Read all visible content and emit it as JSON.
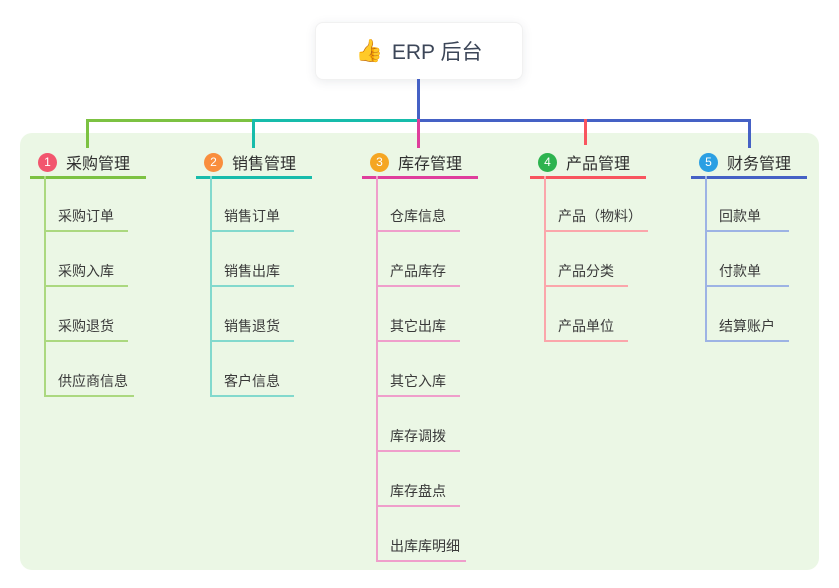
{
  "root": {
    "icon": "thumbs-up",
    "icon_glyph": "👍",
    "label": "ERP 后台"
  },
  "colors": {
    "panel_background": "#ebf7e5",
    "root_connector": "#4561c5",
    "canvas_background": "#ffffff"
  },
  "branches": [
    {
      "index": "1",
      "label": "采购管理",
      "badge_color": "#f2566e",
      "line_color": "#7cc242",
      "item_line_color": "#abd87f",
      "items": [
        "采购订单",
        "采购入库",
        "采购退货",
        "供应商信息"
      ]
    },
    {
      "index": "2",
      "label": "销售管理",
      "badge_color": "#f98e3d",
      "line_color": "#17bcab",
      "item_line_color": "#82d9cd",
      "items": [
        "销售订单",
        "销售出库",
        "销售退货",
        "客户信息"
      ]
    },
    {
      "index": "3",
      "label": "库存管理",
      "badge_color": "#f5a623",
      "line_color": "#df3e9c",
      "item_line_color": "#ef9ecb",
      "items": [
        "仓库信息",
        "产品库存",
        "其它出库",
        "其它入库",
        "库存调拨",
        "库存盘点",
        "出库库明细"
      ]
    },
    {
      "index": "4",
      "label": "产品管理",
      "badge_color": "#2db34f",
      "line_color": "#f8555f",
      "item_line_color": "#fba6ab",
      "items": [
        "产品（物料）",
        "产品分类",
        "产品单位"
      ]
    },
    {
      "index": "5",
      "label": "财务管理",
      "badge_color": "#2b9fe3",
      "line_color": "#4561c5",
      "item_line_color": "#9db3e4",
      "items": [
        "回款单",
        "付款单",
        "结算账户"
      ]
    }
  ]
}
